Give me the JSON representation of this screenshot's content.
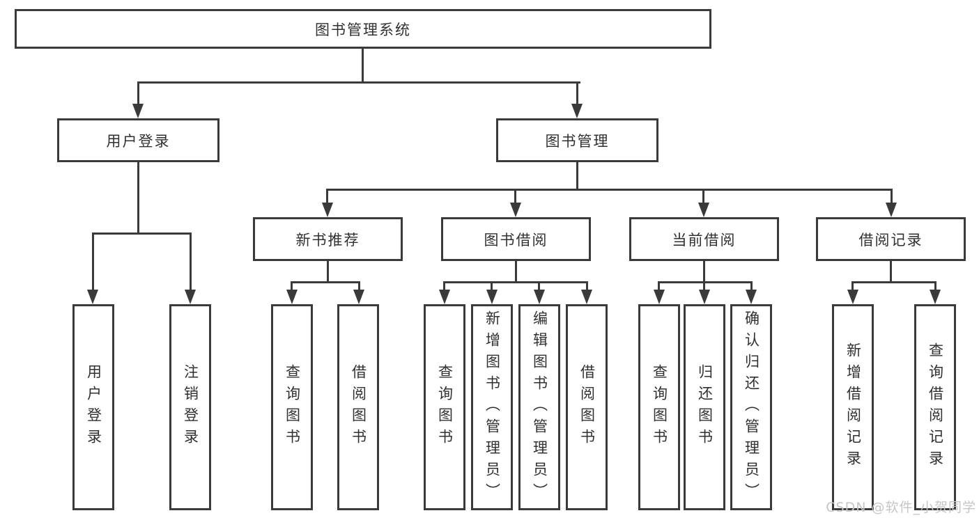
{
  "tree": {
    "root": {
      "label": "图书管理系统"
    },
    "branches": [
      {
        "label": "用户登录",
        "leaves": [
          {
            "label": "用户登录"
          },
          {
            "label": "注销登录"
          }
        ]
      },
      {
        "label": "图书管理",
        "groups": [
          {
            "label": "新书推荐",
            "leaves": [
              {
                "label": "查询图书"
              },
              {
                "label": "借阅图书"
              }
            ]
          },
          {
            "label": "图书借阅",
            "leaves": [
              {
                "label": "查询图书"
              },
              {
                "label": "新增图书（管理员）"
              },
              {
                "label": "编辑图书（管理员）"
              },
              {
                "label": "借阅图书"
              }
            ]
          },
          {
            "label": "当前借阅",
            "leaves": [
              {
                "label": "查询图书"
              },
              {
                "label": "归还图书"
              },
              {
                "label": "确认归还（管理员）"
              }
            ]
          },
          {
            "label": "借阅记录",
            "leaves": [
              {
                "label": "新增借阅记录"
              },
              {
                "label": "查询借阅记录"
              }
            ]
          }
        ]
      }
    ]
  },
  "watermark": {
    "text": "CSDN @软件_小贺同学"
  },
  "colors": {
    "line": "#3a3a3a",
    "text": "#303030",
    "watermark": "#c6c6c6",
    "background": "#ffffff"
  }
}
